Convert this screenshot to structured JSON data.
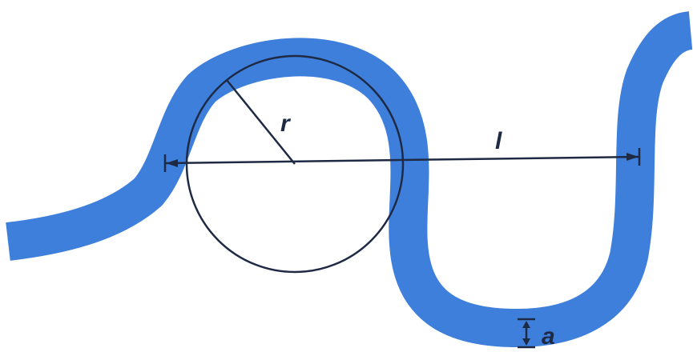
{
  "diagram": {
    "labels": {
      "radius": "r",
      "wavelength": "l",
      "amplitude": "a"
    },
    "colors": {
      "river": "#3f7fdc",
      "lines": "#1e2a44",
      "text": "#1e2a44",
      "background": "#ffffff"
    }
  }
}
